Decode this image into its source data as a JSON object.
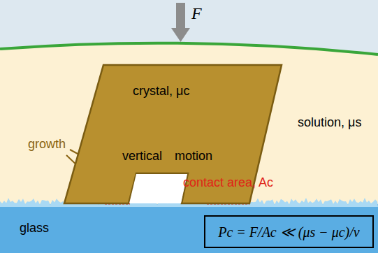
{
  "diagram": {
    "nodes": [
      {
        "text": [
          "crystal, μc"
        ]
      },
      {
        "text": [
          "glass"
        ]
      },
      {
        "text": [
          "Pc = F/Ac ≪ (μs − μc)/v"
        ],
        "in": 1
      }
    ],
    "labels": [
      "F",
      "solution, μs",
      "growth",
      "vertical",
      "motion",
      "contact area, Ac"
    ]
  }
}
